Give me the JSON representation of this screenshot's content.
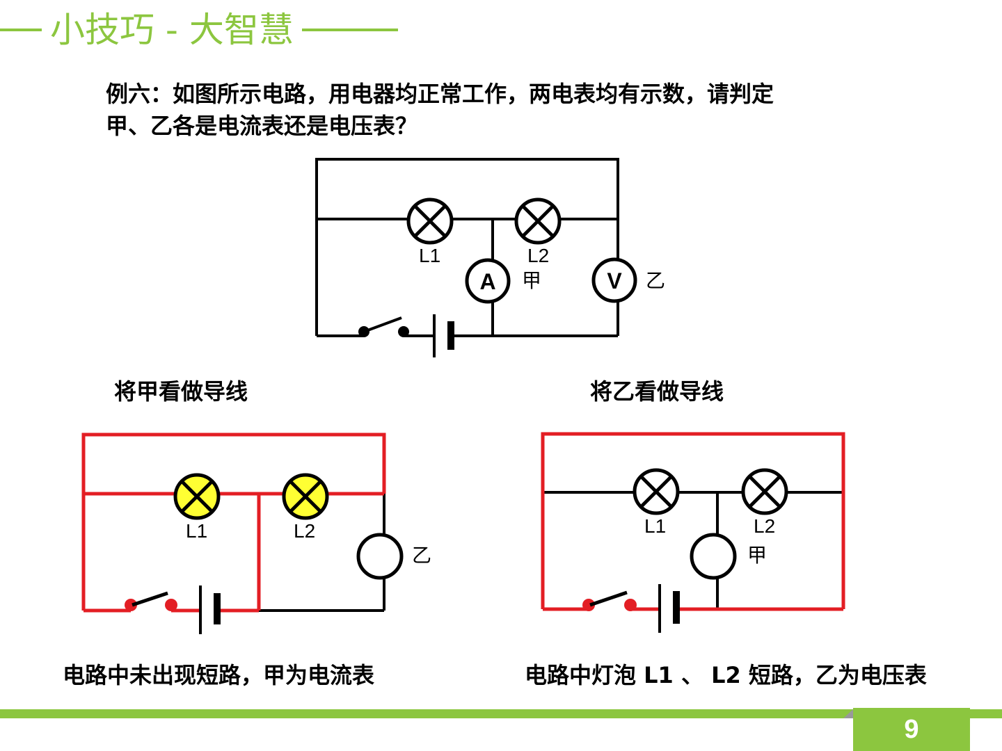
{
  "header": {
    "title": "小技巧 - 大智慧"
  },
  "question": {
    "line1": "例六：如图所示电路，用电器均正常工作，两电表均有示数，请判定",
    "line2": "甲、乙各是电流表还是电压表？"
  },
  "main_circuit": {
    "lamp1_label": "L1",
    "lamp2_label": "L2",
    "ammeter_symbol": "A",
    "voltmeter_symbol": "V",
    "meter1_name": "甲",
    "meter2_name": "乙"
  },
  "left_panel": {
    "caption": "将甲看做导线",
    "lamp1_label": "L1",
    "lamp2_label": "L2",
    "meter_name": "乙",
    "conclusion": "电路中未出现短路，甲为电流表"
  },
  "right_panel": {
    "caption": "将乙看做导线",
    "lamp1_label": "L1",
    "lamp2_label": "L2",
    "meter_name": "甲",
    "conclusion": "电路中灯泡 L1 、  L2 短路，乙为电压表"
  },
  "footer": {
    "page_number": "9"
  },
  "colors": {
    "accent": "#8cc63f",
    "highlight_wire": "#e31e24",
    "lit_lamp": "#ffff33"
  }
}
